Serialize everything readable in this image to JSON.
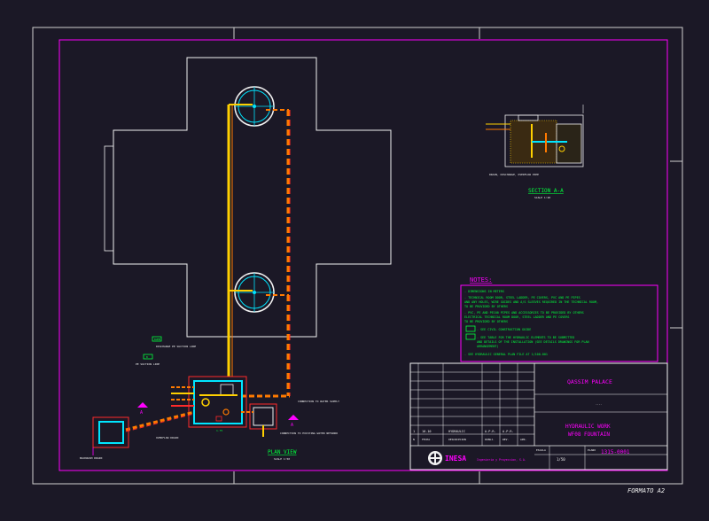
{
  "colors": {
    "background": "#1b1826",
    "outer_border": "#e6e6e6",
    "inner_border": "#ff00ff",
    "walls": "#f2f2f2",
    "pipe_yellow": "#ffd000",
    "pipe_orange": "#ff7a00",
    "pipe_red": "#ff2a2a",
    "green_text": "#00ff3c",
    "magenta": "#ff00ff",
    "cyan": "#00e5ff"
  },
  "drawing": {
    "format_label": "FORMATO A2",
    "plan_title": "PLAN VIEW",
    "plan_scale": "SCALE 1:50",
    "section_title": "SECTION A-A",
    "section_scale": "SCALE 1:20",
    "section_marker": "A",
    "section_marker_2": "A"
  },
  "notes": {
    "title": "NOTES:",
    "items": [
      "- DIMENSIONS IN METERS",
      "- TECHNICAL ROOM DOOR, STEEL LADDER, PE COVERS, PVC AND PE PIPES",
      "  AND ANY HOLES, WIRE GUIDES AND A/S SLEEVES REQUIRED IN THE TECHNICAL ROOM,",
      "  TO BE PROVIDED BY OTHERS",
      "- PVC, PE AND PE100 PIPES AND ACCESSORIES TO BE PROVIDED BY OTHERS",
      "  ELECTRICAL TECHNICAL ROOM DOOR, STEEL LADDER AND PE COVERS",
      "  TO BE PROVIDED BY OTHERS",
      "- SEE CIVIL CONSTRUCTION GUIDE",
      "- SEE TABLE FOR THE HYDRAULIC ELEMENTS TO BE SUBMITTED",
      "  AND DETAILS OF THE INSTALLATION (SEE DETAILS DRAWINGS FOR PLAN",
      "  ARRANGEMENT)",
      "- SEE HYDRAULIC GENERAL PLAN FILE AT 1/100-001"
    ]
  },
  "title_block": {
    "project": "QASSIM PALACE",
    "subtitle_line": "----",
    "work_title": "HYDRAULIC WORK",
    "work_subtitle": "WF08 FOUNTAIN",
    "company": "INESA",
    "company_tagline": "Ingenieria y Proyeccion, S.A.",
    "scale_label": "ESCALA",
    "scale_value": "1/50",
    "plan_label": "PLANO",
    "plan_number": "1315-0001",
    "revision_row": [
      "1",
      "10.10",
      "HYDRAULIC",
      "A.P.R.",
      "A.P.R."
    ],
    "revision_header": [
      "N",
      "FECHA",
      "DESCRIPCION",
      "DIBUJ.",
      "REV.",
      "APR."
    ]
  },
  "labels": {
    "tag_1": "BUMP",
    "tag_2": "B",
    "plan_note_1": "DISCHARGE PE SUCTION LINE",
    "plan_note_2": "CONNECTION TO WATER SUPPLY",
    "plan_note_3": "PE SUCTION LINE",
    "plan_note_4": "CONNECTION TO EXISTING WATER NETWORK",
    "overflow_note": "OVERFLOW DRAIN",
    "drain_note": "BACKWASH DRAIN",
    "hole_note": "HOLE",
    "section_note": "DRAIN, DISCHARGE, OVERFLOW PIPE"
  }
}
